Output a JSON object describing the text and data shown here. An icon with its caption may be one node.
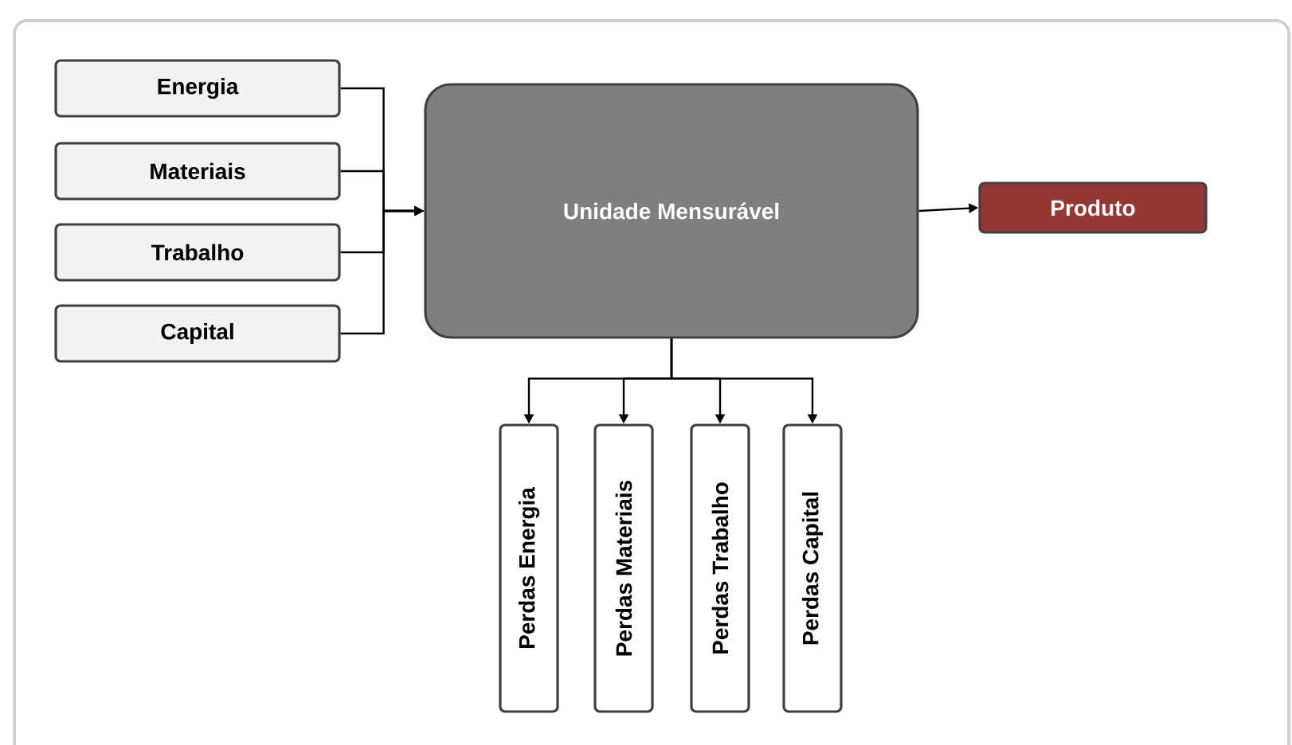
{
  "diagram": {
    "nodes": [
      {
        "text": [
          "Energia"
        ]
      },
      {
        "text": [
          "Materiais"
        ]
      },
      {
        "text": [
          "Trabalho"
        ]
      },
      {
        "text": [
          "Capital"
        ]
      },
      {
        "text": [
          "Unidade Mensurável"
        ]
      },
      {
        "text": [
          "Produto"
        ]
      },
      {
        "text": [
          "Perdas Energia"
        ]
      },
      {
        "text": [
          "Perdas Materiais"
        ]
      },
      {
        "text": [
          "Perdas Trabalho"
        ]
      },
      {
        "text": [
          "Perdas Capital"
        ]
      }
    ],
    "edges": [
      {
        "from": 0,
        "to": 4,
        "arrow": "to"
      },
      {
        "from": 1,
        "to": 4,
        "arrow": "to"
      },
      {
        "from": 2,
        "to": 4,
        "arrow": "to"
      },
      {
        "from": 3,
        "to": 4,
        "arrow": "to"
      },
      {
        "from": 4,
        "to": 5,
        "arrow": "to"
      },
      {
        "from": 4,
        "to": 6,
        "arrow": "to"
      },
      {
        "from": 4,
        "to": 7,
        "arrow": "to"
      },
      {
        "from": 4,
        "to": 8,
        "arrow": "to"
      },
      {
        "from": 4,
        "to": 9,
        "arrow": "to"
      }
    ]
  }
}
